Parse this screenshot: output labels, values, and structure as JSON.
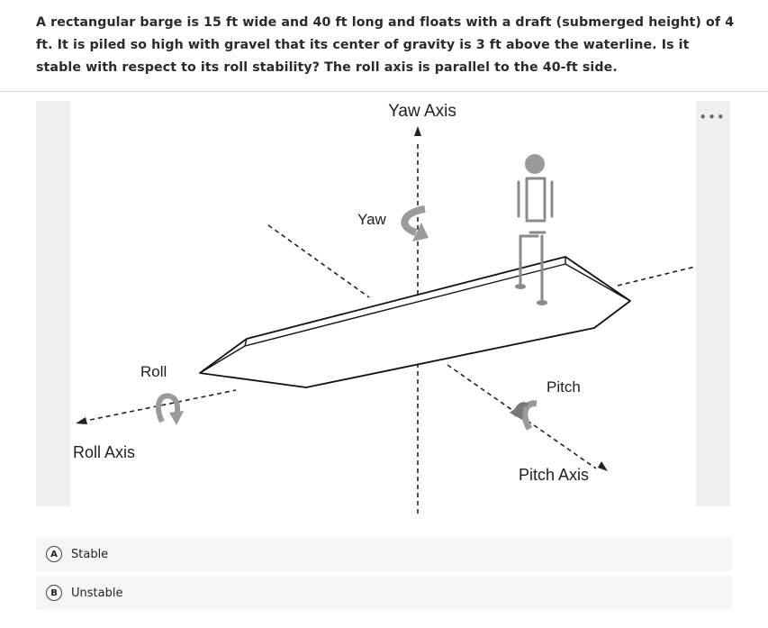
{
  "question": {
    "text": "A rectangular barge is 15 ft wide and 40 ft long and floats with a draft (submerged height) of 4 ft. It is piled so high with gravel that its center of gravity is 3 ft above the waterline. Is it stable with respect to its roll stability? The roll axis is parallel to the 40-ft side."
  },
  "figure": {
    "yaw_axis_label": "Yaw Axis",
    "yaw_label": "Yaw",
    "roll_label": "Roll",
    "roll_axis_label": "Roll Axis",
    "pitch_label": "Pitch",
    "pitch_axis_label": "Pitch Axis",
    "arrow_color": "#9a9a9a"
  },
  "menu": {
    "more_icon": "ellipsis-icon",
    "more_glyph": "•••"
  },
  "options": [
    {
      "letter": "A",
      "text": "Stable"
    },
    {
      "letter": "B",
      "text": "Unstable"
    }
  ]
}
